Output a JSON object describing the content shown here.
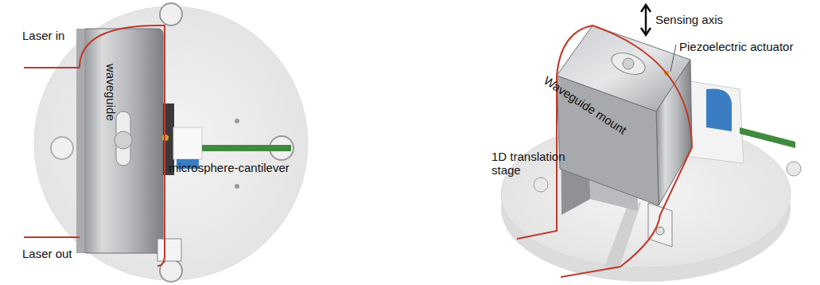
{
  "diagram": {
    "labels": [
      "Laser in",
      "waveguide",
      "microsphere-cantilever",
      "Laser out",
      "Sensing axis",
      "Waveguide mount",
      "Piezoelectric actuator",
      "1D translation stage"
    ]
  }
}
